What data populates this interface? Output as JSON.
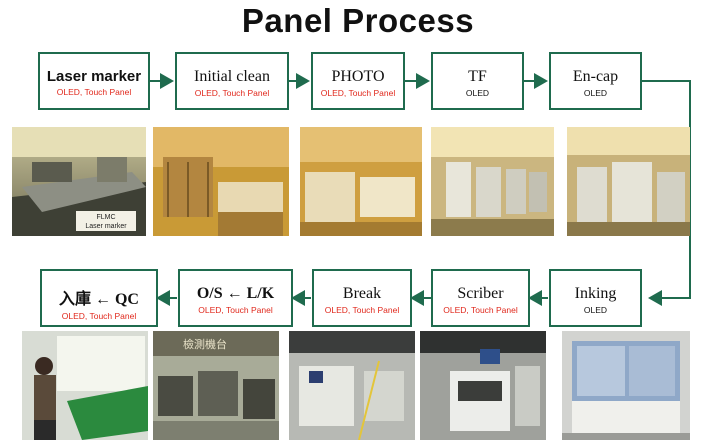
{
  "title": "Panel Process",
  "top_row": [
    {
      "label": "Laser marker",
      "sub": "OLED, Touch Panel",
      "sub_color": "red"
    },
    {
      "label": "Initial clean",
      "sub": "OLED, Touch Panel",
      "sub_color": "red"
    },
    {
      "label": "PHOTO",
      "sub": "OLED, Touch Panel",
      "sub_color": "red"
    },
    {
      "label": "TF",
      "sub": "OLED",
      "sub_color": "black"
    },
    {
      "label": "En-cap",
      "sub": "OLED",
      "sub_color": "black"
    }
  ],
  "bottom_row": [
    {
      "label": "入庫 ← QC",
      "sub": "OLED, Touch Panel",
      "sub_color": "red"
    },
    {
      "label": "O/S ← L/K",
      "sub": "OLED, Touch Panel",
      "sub_color": "red"
    },
    {
      "label": "Break",
      "sub": "OLED, Touch Panel",
      "sub_color": "red"
    },
    {
      "label": "Scriber",
      "sub": "OLED, Touch Panel",
      "sub_color": "red"
    },
    {
      "label": "Inking",
      "sub": "OLED",
      "sub_color": "black"
    }
  ],
  "photo_signs": {
    "laser_marker_sign": "FLMC",
    "laser_marker_plate": "Laser marker",
    "inspection_sign": "檢測機台"
  },
  "colors": {
    "box_border": "#1f6b4e",
    "arrow": "#1f6b4e",
    "sub_red": "#e0281c"
  }
}
